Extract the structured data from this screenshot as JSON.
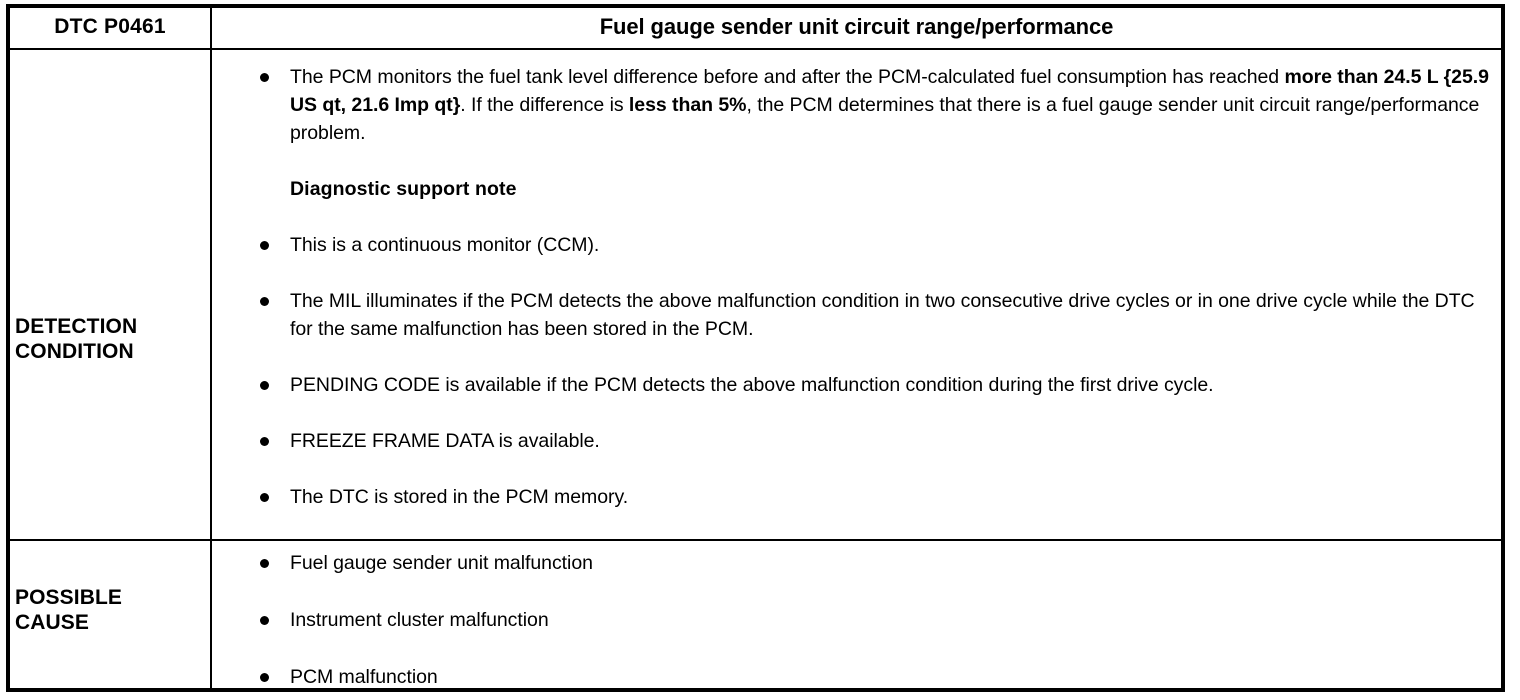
{
  "table": {
    "header": {
      "dtc_code": "DTC P0461",
      "title": "Fuel gauge sender unit circuit range/performance"
    },
    "rows": [
      {
        "label": "DETECTION\nCONDITION",
        "items": [
          {
            "type": "bullet",
            "runs": [
              {
                "text": "The PCM monitors the fuel tank level difference before and after the PCM-calculated fuel consumption has reached ",
                "bold": false
              },
              {
                "text": "more than 24.5 L {25.9 US qt, 21.6 Imp qt}",
                "bold": true
              },
              {
                "text": ". If the difference is ",
                "bold": false
              },
              {
                "text": "less than 5%",
                "bold": true
              },
              {
                "text": ", the PCM determines that there is a fuel gauge sender unit circuit range/performance problem.",
                "bold": false
              }
            ]
          },
          {
            "type": "heading",
            "text": "Diagnostic support note"
          },
          {
            "type": "bullet",
            "runs": [
              {
                "text": "This is a continuous monitor (CCM).",
                "bold": false
              }
            ]
          },
          {
            "type": "bullet",
            "runs": [
              {
                "text": "The MIL illuminates if the PCM detects the above malfunction condition in two consecutive drive cycles or in one drive cycle while the DTC for the same malfunction has been stored in the PCM.",
                "bold": false
              }
            ]
          },
          {
            "type": "bullet",
            "runs": [
              {
                "text": "PENDING CODE is available if the PCM detects the above malfunction condition during the first drive cycle.",
                "bold": false
              }
            ]
          },
          {
            "type": "bullet",
            "runs": [
              {
                "text": "FREEZE FRAME DATA is available.",
                "bold": false
              }
            ]
          },
          {
            "type": "bullet",
            "runs": [
              {
                "text": "The DTC is stored in the PCM memory.",
                "bold": false
              }
            ]
          }
        ]
      },
      {
        "label": "POSSIBLE\nCAUSE",
        "items": [
          {
            "type": "bullet",
            "runs": [
              {
                "text": "Fuel gauge sender unit malfunction",
                "bold": false
              }
            ]
          },
          {
            "type": "bullet",
            "runs": [
              {
                "text": "Instrument cluster malfunction",
                "bold": false
              }
            ]
          },
          {
            "type": "bullet",
            "runs": [
              {
                "text": "PCM malfunction",
                "bold": false
              }
            ]
          }
        ]
      }
    ]
  },
  "colors": {
    "border": "#000000",
    "text": "#000000",
    "background": "#ffffff"
  }
}
